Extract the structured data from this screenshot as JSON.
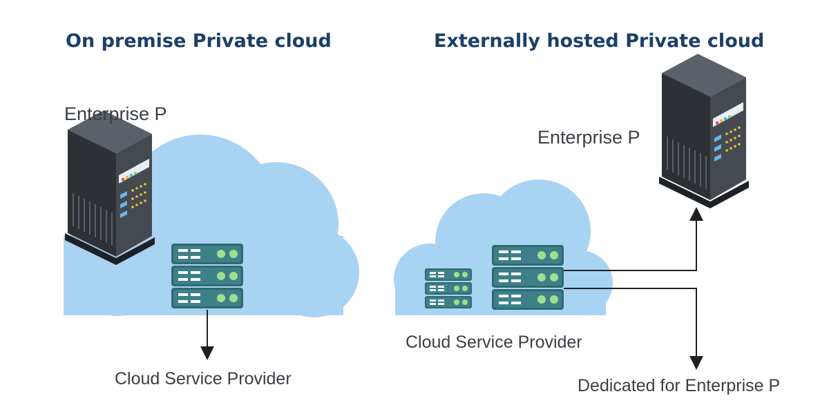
{
  "left_panel": {
    "heading": "On premise Private cloud",
    "enterprise_label": "Enterprise P",
    "provider_label": "Cloud Service Provider"
  },
  "right_panel": {
    "heading": "Externally hosted Private cloud",
    "enterprise_label": "Enterprise P",
    "provider_label": "Cloud Service Provider",
    "dedicated_label": "Dedicated for Enterprise P"
  },
  "colors": {
    "heading": "#1c3f66",
    "cloud": "#a9d3f3",
    "server_teal": "#2f6a72",
    "server_light": "#3e8088",
    "led_green": "#9ee08f",
    "tower_dark": "#3a3f45",
    "text": "#3a3f44"
  },
  "icons": [
    "cloud-icon",
    "tower-server-icon",
    "rack-server-icon",
    "arrow-icon"
  ]
}
